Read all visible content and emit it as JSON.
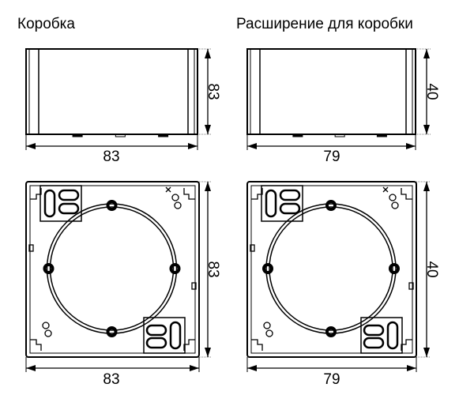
{
  "titles": {
    "box": "Коробка",
    "extension": "Расширение для коробки"
  },
  "dimensions": {
    "box_side_height": "83",
    "box_side_width": "83",
    "ext_side_height": "40",
    "ext_side_width": "79",
    "box_top_height": "83",
    "box_top_width": "83",
    "ext_top_height": "40",
    "ext_top_width": "79"
  },
  "colors": {
    "line": "#000000",
    "background": "#ffffff"
  }
}
